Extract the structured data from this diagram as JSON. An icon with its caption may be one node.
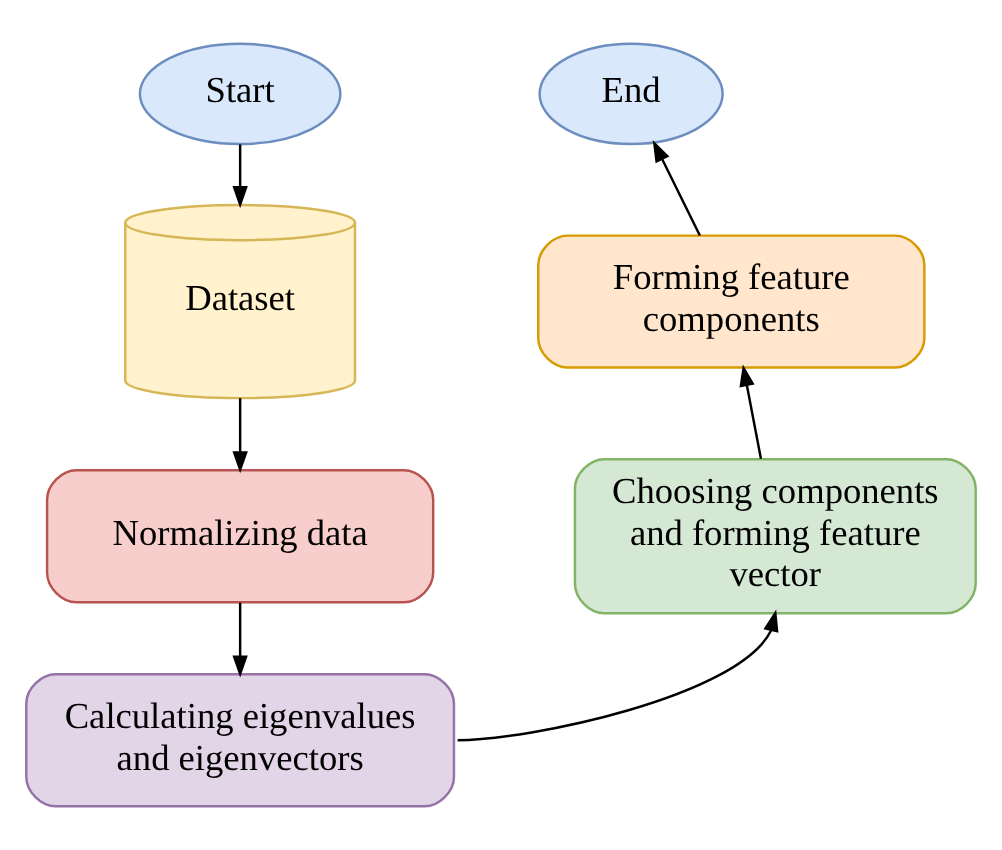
{
  "diagram": {
    "nodes": [
      {
        "text": [
          "Start"
        ]
      },
      {
        "text": [
          "Dataset"
        ]
      },
      {
        "text": [
          "Normalizing data"
        ]
      },
      {
        "text": [
          "Calculating eigenvalues and eigenvectors"
        ]
      },
      {
        "text": [
          "Choosing components and forming feature vector"
        ]
      },
      {
        "text": [
          "Forming feature components"
        ]
      },
      {
        "text": [
          "End"
        ]
      }
    ],
    "edges": [
      {
        "from": 0,
        "to": 1,
        "arrow": "to"
      },
      {
        "from": 1,
        "to": 2,
        "arrow": "to"
      },
      {
        "from": 2,
        "to": 3,
        "arrow": "to"
      },
      {
        "from": 3,
        "to": 4,
        "arrow": "to"
      },
      {
        "from": 4,
        "to": 5,
        "arrow": "to"
      },
      {
        "from": 5,
        "to": 6,
        "arrow": "to"
      }
    ]
  }
}
